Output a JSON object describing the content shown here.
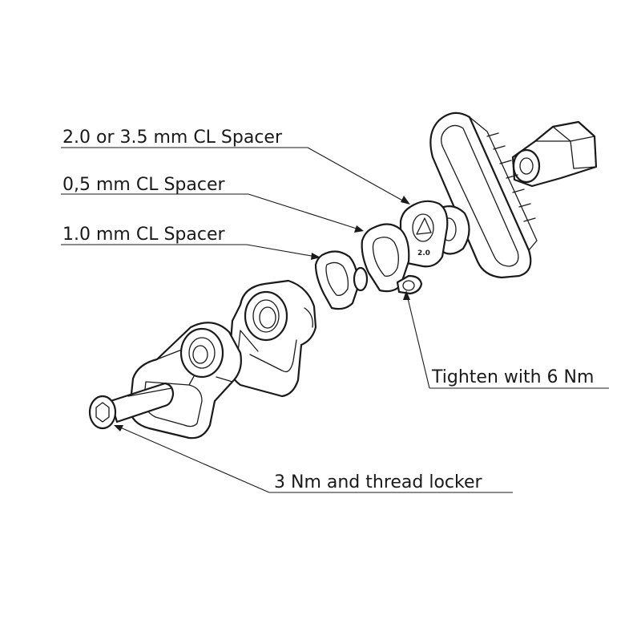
{
  "callouts": {
    "spacer_2_0_or_3_5": "2.0 or 3.5 mm CL Spacer",
    "spacer_0_5": "0,5 mm CL Spacer",
    "spacer_1_0": "1.0 mm CL Spacer",
    "tighten": "Tighten with 6 Nm",
    "screw_note": "3 Nm and thread locker"
  },
  "part_marking": "2.0",
  "colors": {
    "line": "#1a1a1a",
    "background": "#ffffff"
  }
}
